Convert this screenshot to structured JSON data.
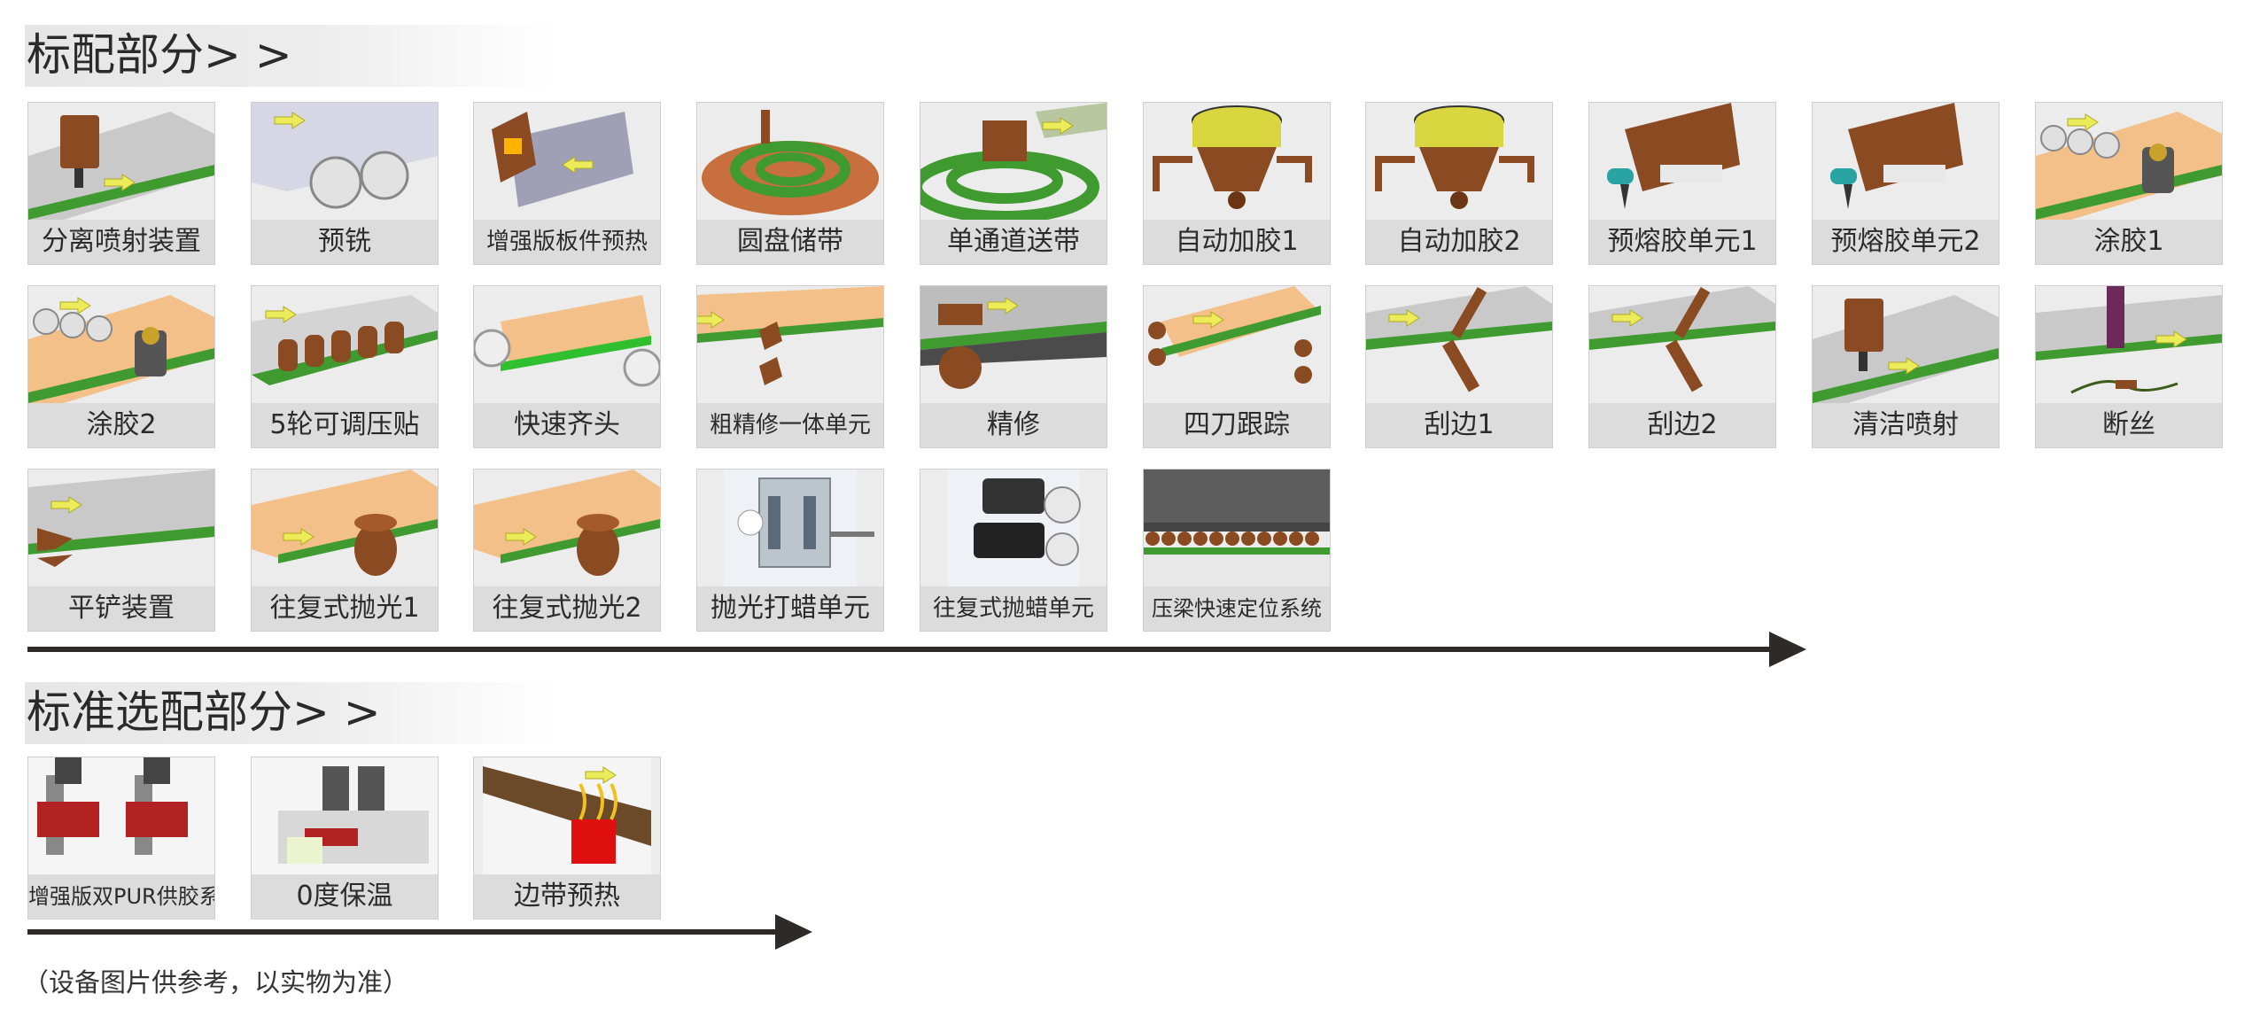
{
  "standard": {
    "title": "标配部分> >",
    "items": [
      {
        "label": "分离喷射装置",
        "icon": "spray-device-icon"
      },
      {
        "label": "预铣",
        "icon": "pre-milling-icon"
      },
      {
        "label": "增强版板件预热",
        "icon": "panel-preheat-icon"
      },
      {
        "label": "圆盘储带",
        "icon": "disc-tape-storage-icon"
      },
      {
        "label": "单通道送带",
        "icon": "single-channel-feed-icon"
      },
      {
        "label": "自动加胶1",
        "icon": "auto-glue-icon"
      },
      {
        "label": "自动加胶2",
        "icon": "auto-glue-icon"
      },
      {
        "label": "预熔胶单元1",
        "icon": "pre-melt-unit-icon"
      },
      {
        "label": "预熔胶单元2",
        "icon": "pre-melt-unit-icon"
      },
      {
        "label": "涂胶1",
        "icon": "gluing-icon"
      },
      {
        "label": "涂胶2",
        "icon": "gluing-icon"
      },
      {
        "label": "5轮可调压贴",
        "icon": "pressure-rollers-icon"
      },
      {
        "label": "快速齐头",
        "icon": "end-trimming-icon"
      },
      {
        "label": "粗精修一体单元",
        "icon": "trimming-unit-icon"
      },
      {
        "label": "精修",
        "icon": "fine-trimming-icon"
      },
      {
        "label": "四刀跟踪",
        "icon": "corner-rounding-icon"
      },
      {
        "label": "刮边1",
        "icon": "scraping-icon"
      },
      {
        "label": "刮边2",
        "icon": "scraping-icon"
      },
      {
        "label": "清洁喷射",
        "icon": "cleaning-spray-icon"
      },
      {
        "label": "断丝",
        "icon": "wire-cut-icon"
      },
      {
        "label": "平铲装置",
        "icon": "flat-scraper-icon"
      },
      {
        "label": "往复式抛光1",
        "icon": "polishing-wheel-icon"
      },
      {
        "label": "往复式抛光2",
        "icon": "polishing-wheel-icon"
      },
      {
        "label": "抛光打蜡单元",
        "icon": "waxing-unit-icon"
      },
      {
        "label": "往复式抛蜡单元",
        "icon": "reciprocating-wax-icon"
      },
      {
        "label": "压梁快速定位系统",
        "icon": "pressure-beam-icon"
      }
    ]
  },
  "optional": {
    "title": "标准选配部分> >",
    "items": [
      {
        "label": "增强版双PUR供胶系统",
        "icon": "pur-glue-system-icon"
      },
      {
        "label": "0度保温",
        "icon": "zero-degree-insulation-icon"
      },
      {
        "label": "边带预热",
        "icon": "edge-preheat-icon"
      }
    ]
  },
  "note": "（设备图片供参考，以实物为准）",
  "colors": {
    "panel_top": "#c9c9c9",
    "panel_wood": "#f3c089",
    "edge_green": "#3f9a2f",
    "machine_brown": "#8a4a22",
    "arrow_yellow": "#ecec5a",
    "lid_yellow": "#d9d640",
    "label_bg": "#dcdcdc",
    "arrow_dark": "#2f2a2a"
  }
}
